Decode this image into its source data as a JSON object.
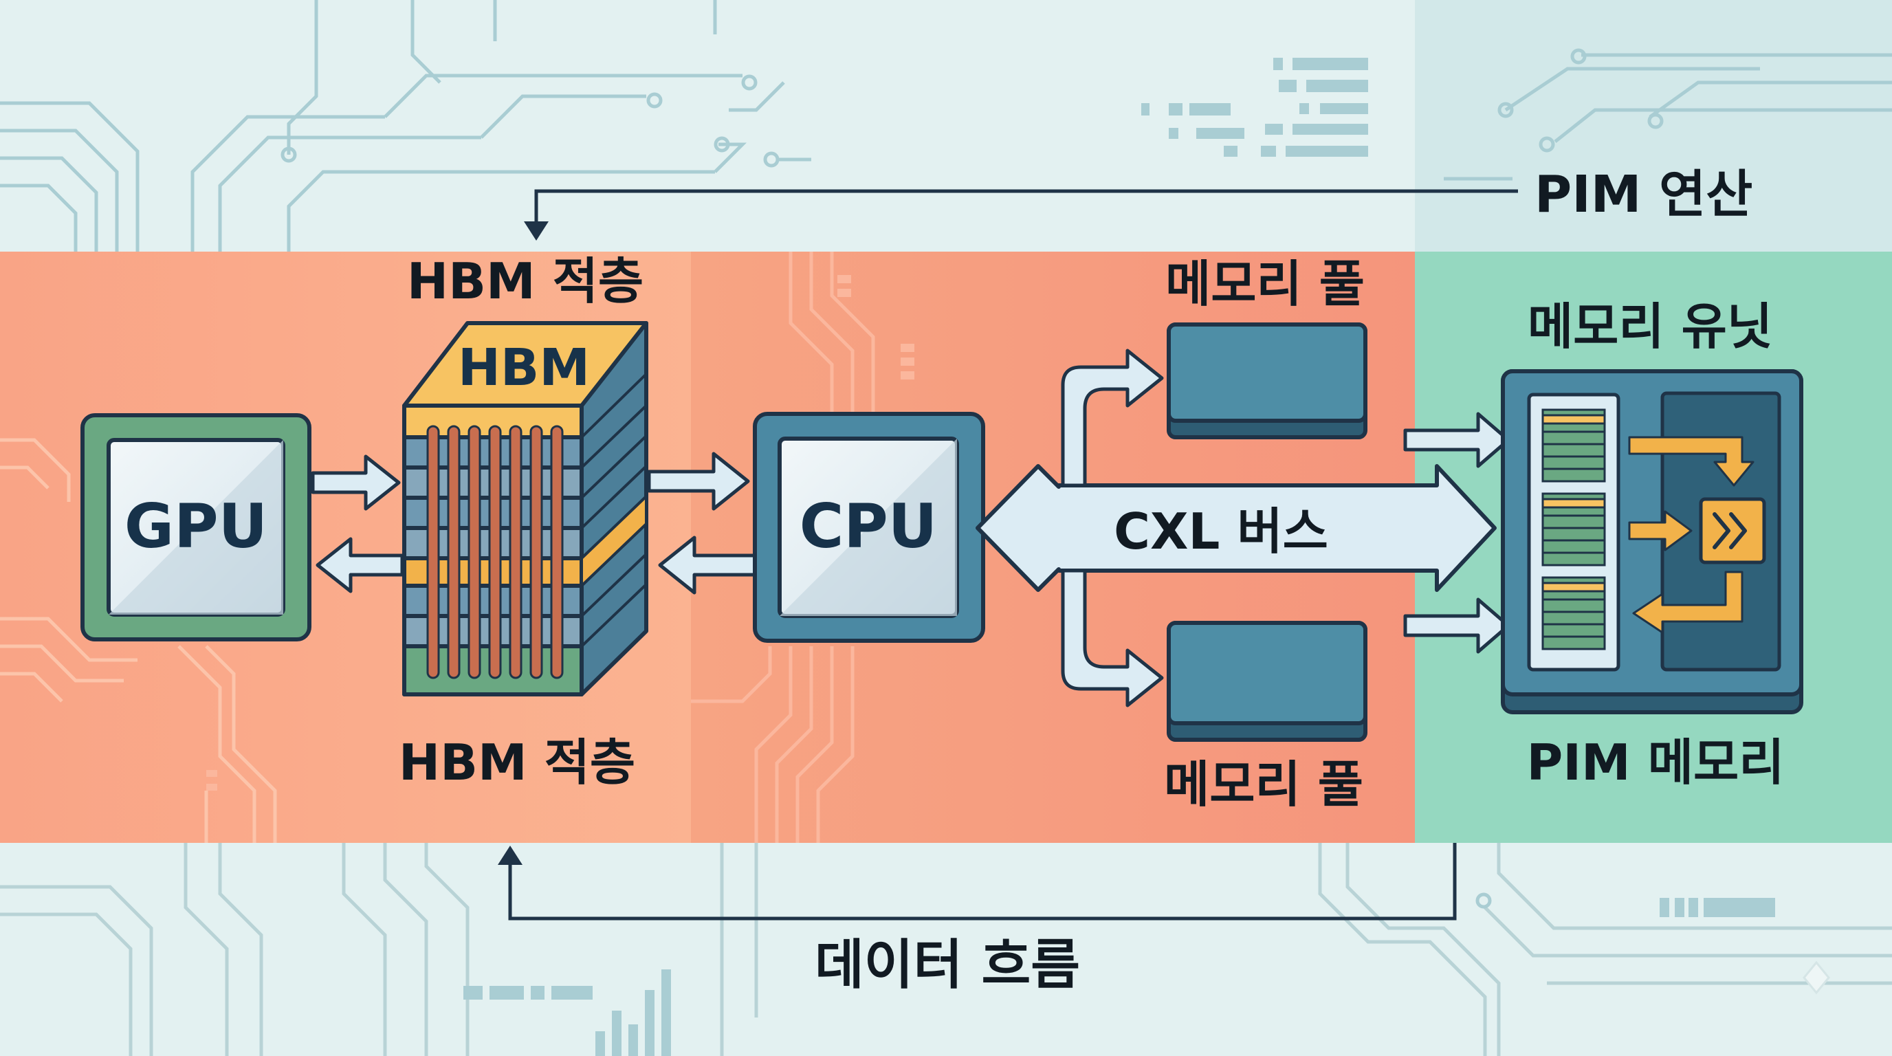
{
  "diagram": {
    "labels": {
      "pim_compute": "PIM 연산",
      "hbm_stack_top": "HBM 적층",
      "hbm_stack_bottom": "HBM 적층",
      "hbm": "HBM",
      "gpu": "GPU",
      "cpu": "CPU",
      "memory_pool_top": "메모리 풀",
      "memory_pool_bottom": "메모리 풀",
      "cxl_bus": "CXL 버스",
      "memory_unit": "메모리 유닛",
      "pim_memory": "PIM 메모리",
      "data_flow": "데이터 흐름"
    },
    "colors": {
      "background": "#e3f1f1",
      "left_band": "#f8a787",
      "middle_band": "#f59b7e",
      "right_band": "#95d8c0",
      "chip_green": "#6aa882",
      "chip_blue": "#4b89a3",
      "hbm_yellow": "#f7c362",
      "outline": "#1f3347",
      "arrow_fill": "#dcecf4",
      "accent_orange": "#f2b24a"
    },
    "icons": [
      "gpu-chip-icon",
      "cpu-chip-icon",
      "hbm-stack-icon",
      "memory-pool-icon",
      "pim-memory-icon",
      "fast-forward-icon",
      "circuit-trace-icon"
    ]
  }
}
